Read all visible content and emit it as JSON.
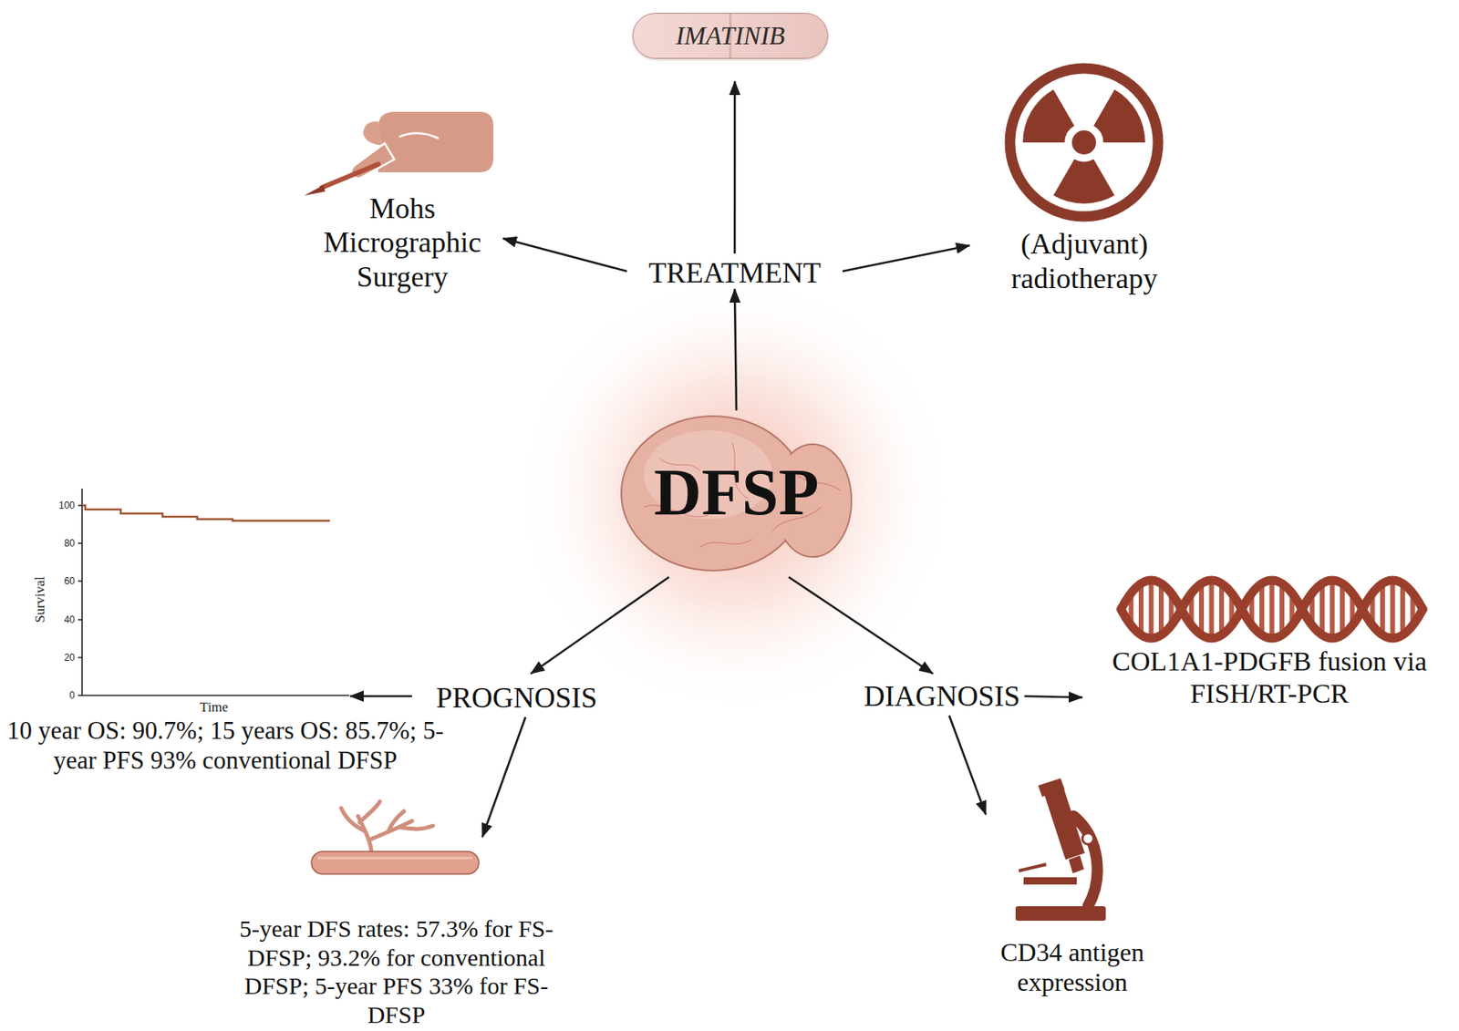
{
  "diagram": {
    "nodes": [
      {
        "text": [
          "IMATINIB"
        ]
      },
      {
        "text": [
          "Mohs Micrographic Surgery"
        ]
      },
      {
        "text": [
          "TREATMENT"
        ]
      },
      {
        "text": [
          "(Adjuvant) radiotherapy"
        ]
      },
      {
        "text": [
          "DFSP"
        ]
      },
      {
        "text": [
          "PROGNOSIS"
        ]
      },
      {
        "text": [
          "DIAGNOSIS"
        ]
      },
      {
        "text": [
          "COL1A1-PDGFB fusion via FISH/RT-PCR"
        ]
      },
      {
        "text": [
          "10 year OS: 90.7%; 15 years OS: 85.7%; 5-year PFS 93% conventional DFSP"
        ]
      },
      {
        "text": [
          "5-year DFS rates: 57.3% for FS-DFSP; 93.2% for conventional DFSP; 5-year PFS 33% for FS-DFSP"
        ]
      },
      {
        "text": [
          "CD34 antigen expression"
        ]
      }
    ],
    "edges": [
      {
        "from": 4,
        "to": 2,
        "arrow": "to"
      },
      {
        "from": 2,
        "to": 0,
        "arrow": "to"
      },
      {
        "from": 2,
        "to": 1,
        "arrow": "to"
      },
      {
        "from": 2,
        "to": 3,
        "arrow": "to"
      },
      {
        "from": 4,
        "to": 5,
        "arrow": "to"
      },
      {
        "from": 4,
        "to": 6,
        "arrow": "to"
      },
      {
        "from": 5,
        "to": 8,
        "arrow": "to"
      },
      {
        "from": 5,
        "to": 9,
        "arrow": "to"
      },
      {
        "from": 6,
        "to": 7,
        "arrow": "to"
      },
      {
        "from": 6,
        "to": 10,
        "arrow": "to"
      }
    ],
    "labels": [
      "100",
      "80",
      "60",
      "40",
      "20",
      "0",
      "Survival",
      "Time"
    ]
  }
}
